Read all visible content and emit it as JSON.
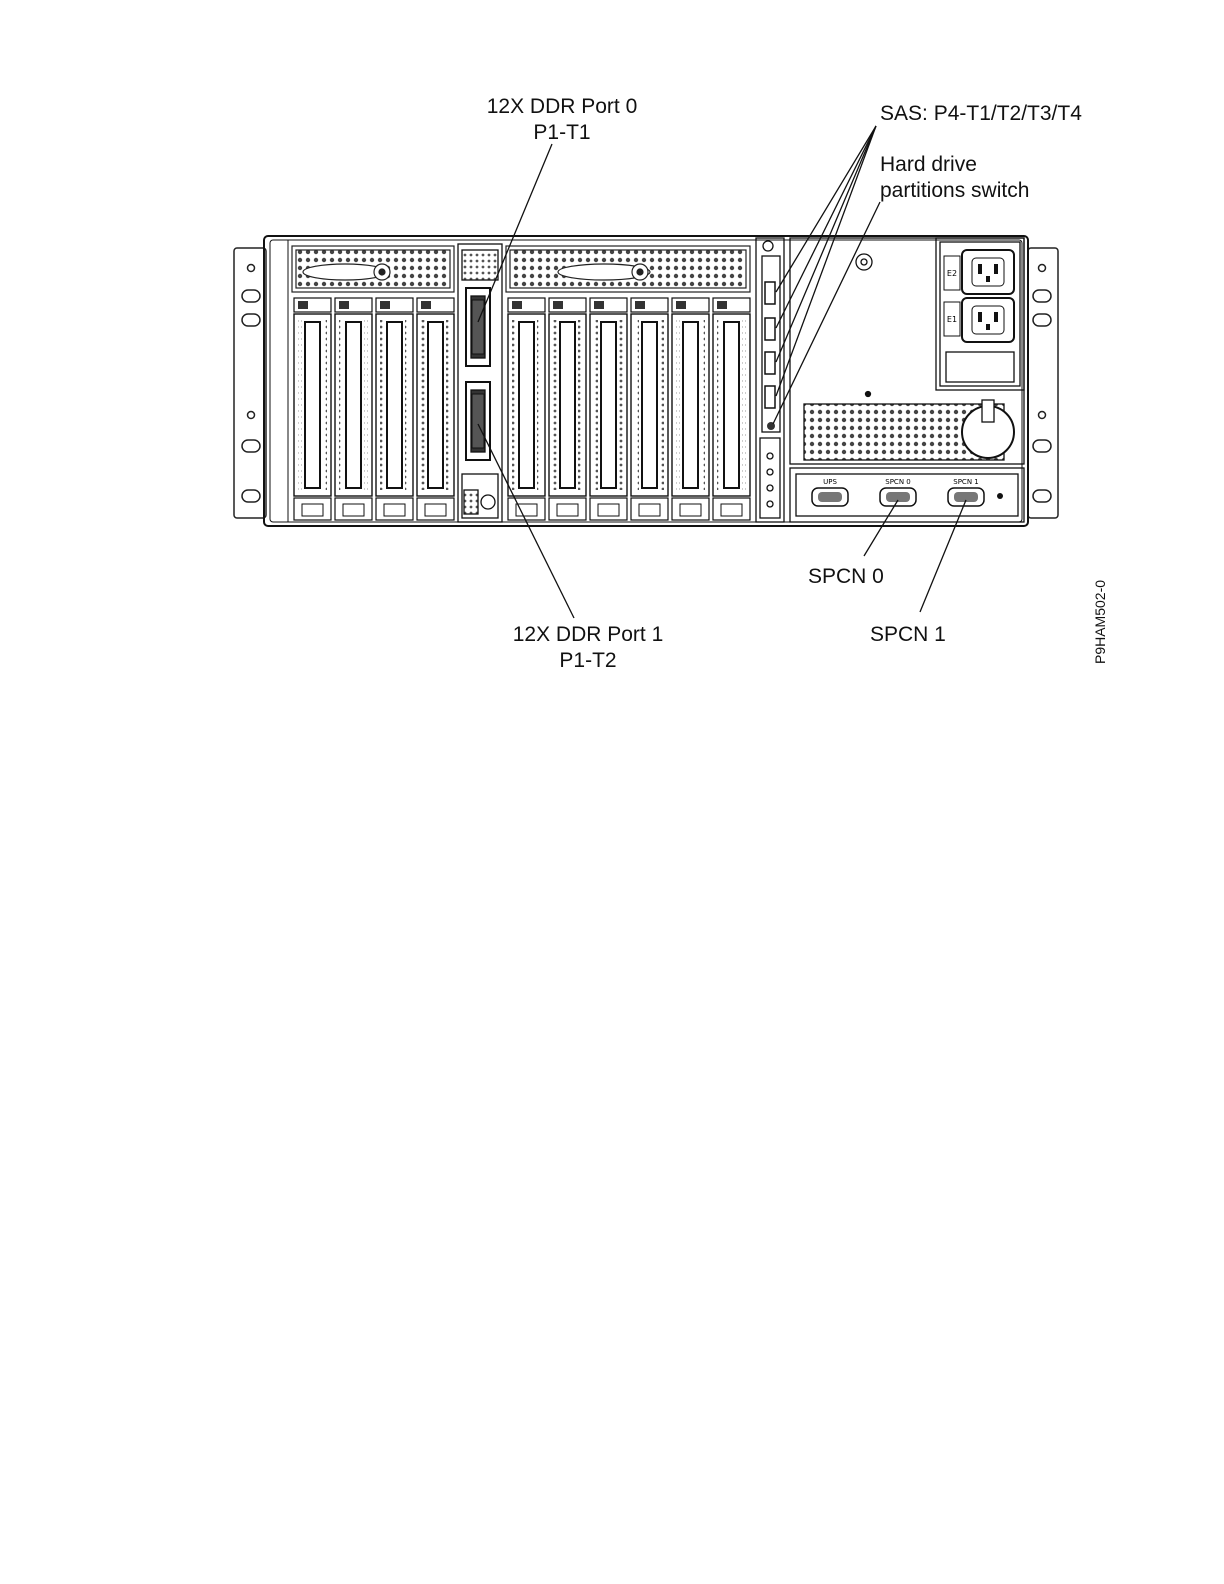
{
  "callouts": {
    "ddr_port0_line1": "12X DDR Port 0",
    "ddr_port0_line2": "P1-T1",
    "ddr_port1_line1": "12X DDR Port 1",
    "ddr_port1_line2": "P1-T2",
    "sas": "SAS: P4-T1/T2/T3/T4",
    "hdd_switch_line1": "Hard drive",
    "hdd_switch_line2": "partitions switch",
    "spcn0": "SPCN 0",
    "spcn1": "SPCN 1"
  },
  "panel_labels": {
    "ups": "UPS",
    "spcn0_port": "SPCN 0",
    "spcn1_port": "SPCN 1",
    "power_e2": "E2",
    "power_e1": "E1"
  },
  "figure_id": "P9HAM502-0"
}
